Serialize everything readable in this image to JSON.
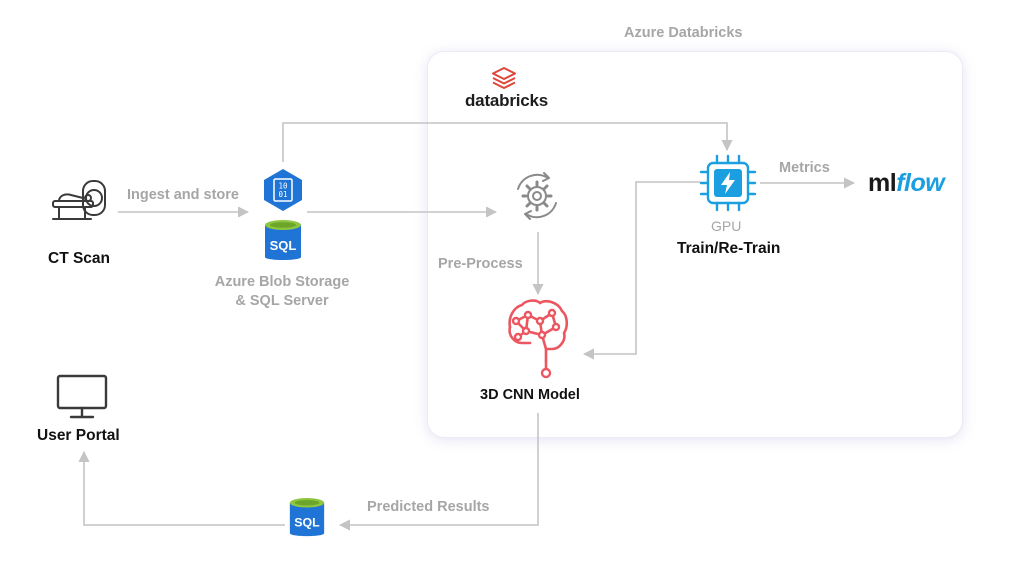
{
  "panel": {
    "title": "Azure Databricks"
  },
  "databricks_logo": {
    "wordmark": "databricks"
  },
  "mlflow_logo": {
    "ml": "ml",
    "flow": "flow"
  },
  "nodes": {
    "ct_scan": {
      "label": "CT Scan"
    },
    "blob_storage": {
      "label_line1": "Azure Blob Storage",
      "label_line2": "& SQL Server",
      "icon_text_top": "10",
      "icon_text_bottom": "01",
      "sql_text": "SQL"
    },
    "pre_process": {
      "label": "Pre-Process"
    },
    "gpu": {
      "label": "GPU",
      "caption": "Train/Re-Train"
    },
    "cnn": {
      "label": "3D CNN Model"
    },
    "user_portal": {
      "label": "User Portal"
    },
    "results_db": {
      "sql_text": "SQL"
    }
  },
  "edges": {
    "ingest": {
      "label": "Ingest and store"
    },
    "metrics": {
      "label": "Metrics"
    },
    "predicted": {
      "label": "Predicted Results"
    }
  },
  "colors": {
    "arrow": "#c4c4c4",
    "label_grey": "#a6a6a6",
    "azure_blue": "#1f74d6",
    "databricks_red": "#e0463a",
    "brain_red": "#ec5660",
    "mlflow_blue": "#1b9fe0",
    "sql_green": "#8ec63f"
  }
}
